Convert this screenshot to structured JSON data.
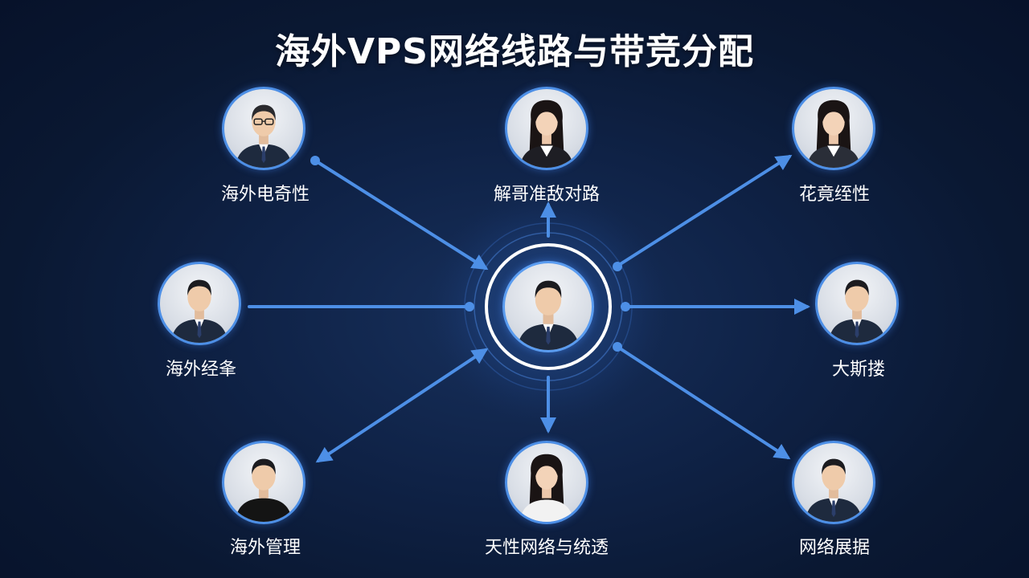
{
  "title": "海外VPS网络线路与带竞分配",
  "colors": {
    "background": "#0a1832",
    "link": "#4d8fe6",
    "ring": "#ffffff"
  },
  "center": {
    "label": "",
    "icon": "person-portrait-icon"
  },
  "nodes": [
    {
      "id": "top-left",
      "label": "海外电奇性",
      "icon": "person-portrait-icon"
    },
    {
      "id": "top",
      "label": "解哥准敌对路",
      "icon": "person-portrait-icon"
    },
    {
      "id": "top-right",
      "label": "花竟绖性",
      "icon": "person-portrait-icon"
    },
    {
      "id": "left",
      "label": "海外经夆",
      "icon": "person-portrait-icon"
    },
    {
      "id": "right",
      "label": "大斯搂",
      "icon": "person-portrait-icon"
    },
    {
      "id": "bottom-left",
      "label": "海外管理",
      "icon": "person-portrait-icon"
    },
    {
      "id": "bottom",
      "label": "天性网络与统透",
      "icon": "person-portrait-icon"
    },
    {
      "id": "bottom-right",
      "label": "网络展据",
      "icon": "person-portrait-icon"
    }
  ]
}
